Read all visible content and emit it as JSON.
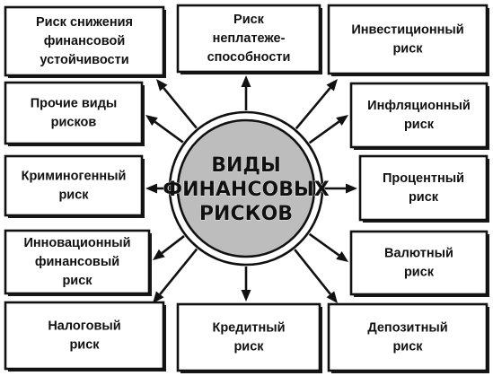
{
  "center": {
    "lines": [
      "ВИДЫ",
      "ФИНАНСОВЫХ",
      "РИСКОВ"
    ]
  },
  "boxes": [
    {
      "id": "box-financial-stability-risk",
      "lines": [
        "Риск снижения",
        "финансовой",
        "устойчивости"
      ]
    },
    {
      "id": "box-insolvency-risk",
      "lines": [
        "Риск",
        "неплатеже-",
        "способности"
      ]
    },
    {
      "id": "box-investment-risk",
      "lines": [
        "Инвестиционный",
        "риск"
      ]
    },
    {
      "id": "box-other-risks",
      "lines": [
        "Прочие виды",
        "рисков"
      ]
    },
    {
      "id": "box-inflation-risk",
      "lines": [
        "Инфляционный",
        "риск"
      ]
    },
    {
      "id": "box-criminogenic-risk",
      "lines": [
        "Криминогенный",
        "риск"
      ]
    },
    {
      "id": "box-interest-risk",
      "lines": [
        "Процентный",
        "риск"
      ]
    },
    {
      "id": "box-innovation-risk",
      "lines": [
        "Инновационный",
        "финансовый",
        "риск"
      ]
    },
    {
      "id": "box-currency-risk",
      "lines": [
        "Валютный",
        "риск"
      ]
    },
    {
      "id": "box-tax-risk",
      "lines": [
        "Налоговый",
        "риск"
      ]
    },
    {
      "id": "box-credit-risk",
      "lines": [
        "Кредитный",
        "риск"
      ]
    },
    {
      "id": "box-deposit-risk",
      "lines": [
        "Депозитный",
        "риск"
      ]
    }
  ]
}
